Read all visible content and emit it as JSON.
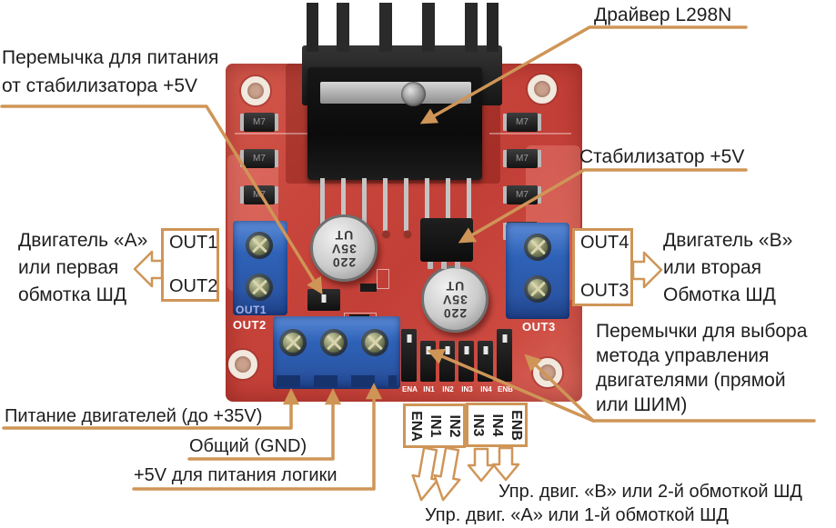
{
  "accent": "#cf9557",
  "labels": {
    "jumper_5v": {
      "line1": "Перемычка для питания",
      "line2": "от стабилизатора +5V"
    },
    "driver": "Драйвер L298N",
    "regulator": "Стабилизатор +5V",
    "motor_a": {
      "line1": "Двигатель «А»",
      "line2": "или первая",
      "line3": "обмотка ШД"
    },
    "motor_b": {
      "line1": "Двигатель «В»",
      "line2": "или вторая",
      "line3": "Обмотка ШД"
    },
    "out_box_left": {
      "top": "OUT1",
      "bottom": "OUT2"
    },
    "out_box_right": {
      "top": "OUT4",
      "bottom": "OUT3"
    },
    "jumper_mode": {
      "line1": "Перемычки для выбора",
      "line2": "метода управления",
      "line3": "двигателями (прямой",
      "line4": "или ШИМ)"
    },
    "power": "Питание двигателей (до +35V)",
    "gnd": "Общий (GND)",
    "logic": "+5V для питания логики",
    "pin_box_left": [
      "ENA",
      "IN1",
      "IN2"
    ],
    "pin_box_right": [
      "IN3",
      "IN4",
      "ENB"
    ],
    "ctrl_b": "Упр. двиг. «В» или 2-й обмоткой ШД",
    "ctrl_a": "Упр. двиг. «А» или 1-й обмоткой ШД"
  },
  "board": {
    "silkscreen": {
      "out1": "OUT1",
      "out2": "OUT2",
      "out3": "OUT3",
      "pins": [
        "ENA",
        "IN1",
        "IN2",
        "IN3",
        "IN4",
        "ENB"
      ]
    },
    "diode_marking": "M7",
    "capacitor_lines": [
      "220",
      "35V",
      "UT"
    ],
    "colors": {
      "pcb": "#c8463c",
      "terminal": "#2e62b8",
      "heatsink": "#262626",
      "silkscreen": "#ffffff"
    }
  }
}
